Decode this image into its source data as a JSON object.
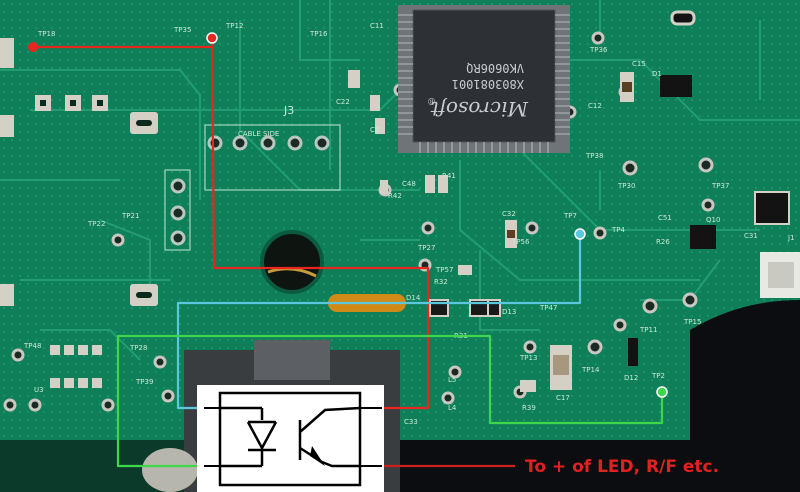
{
  "colors": {
    "board": "#0f7f5a",
    "board_dark": "#0a5b40",
    "trace": "#26a377",
    "pad": "#d4d0c6",
    "wire_red": "#e5271f",
    "wire_cyan": "#5bc7df",
    "wire_green": "#3fd64c",
    "jumper": "#d28a17",
    "caption": "#e0211f"
  },
  "chip": {
    "brand": "Microsoft",
    "registered": "®",
    "line1": "X803081001",
    "line2": "VK0606RQ"
  },
  "header": {
    "title": "J3",
    "subtitle": "CABLE SIDE"
  },
  "labels": {
    "tp18": "TP18",
    "tp35": "TP35",
    "tp12": "TP12",
    "tp16": "TP16",
    "c11": "C11",
    "tp36": "TP36",
    "c15": "C15",
    "d1": "D1",
    "c12": "C12",
    "tp38": "TP38",
    "tp30": "TP30",
    "tp37": "TP37",
    "c22": "C22",
    "c8": "C8",
    "c48": "C48",
    "r41": "R41",
    "r42": "R42",
    "tp21": "TP21",
    "tp22": "TP22",
    "c32": "C32",
    "tp7": "TP7",
    "tp4": "TP4",
    "c51": "C51",
    "q10": "Q10",
    "r26": "R26",
    "c31": "C31",
    "tp27": "TP27",
    "tp56": "TP56",
    "tp57": "TP57",
    "r32": "R32",
    "d14": "D14",
    "d13": "D13",
    "tp47": "TP47",
    "r31": "R31",
    "tp11": "TP11",
    "tp15": "TP15",
    "tp48": "TP48",
    "tp28": "TP28",
    "tp13": "TP13",
    "tp14": "TP14",
    "d12": "D12",
    "tp2": "TP2",
    "u3": "U3",
    "tp39": "TP39",
    "l5": "L5",
    "l4": "L4",
    "r39": "R39",
    "c17": "C17",
    "c33": "C33",
    "j1": "J1"
  },
  "caption": "To + of LED, R/F etc."
}
